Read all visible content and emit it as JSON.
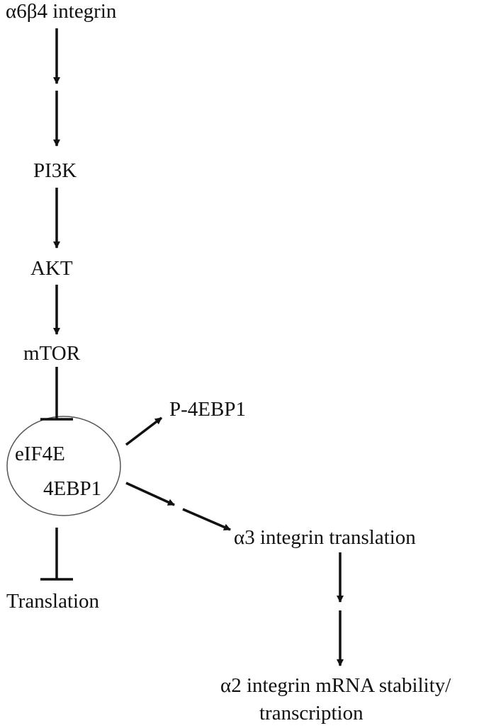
{
  "diagram": {
    "nodes": {
      "a6b4": "α6β4 integrin",
      "pi3k": "PI3K",
      "akt": "AKT",
      "mtor": "mTOR",
      "p4ebp1": "P-4EBP1",
      "eif4e": "eIF4E",
      "ebp1": "4EBP1",
      "a3": "α3 integrin translation",
      "translation": "Translation",
      "a2_line1": "α2 integrin mRNA stability/",
      "a2_line2": "transcription"
    }
  }
}
